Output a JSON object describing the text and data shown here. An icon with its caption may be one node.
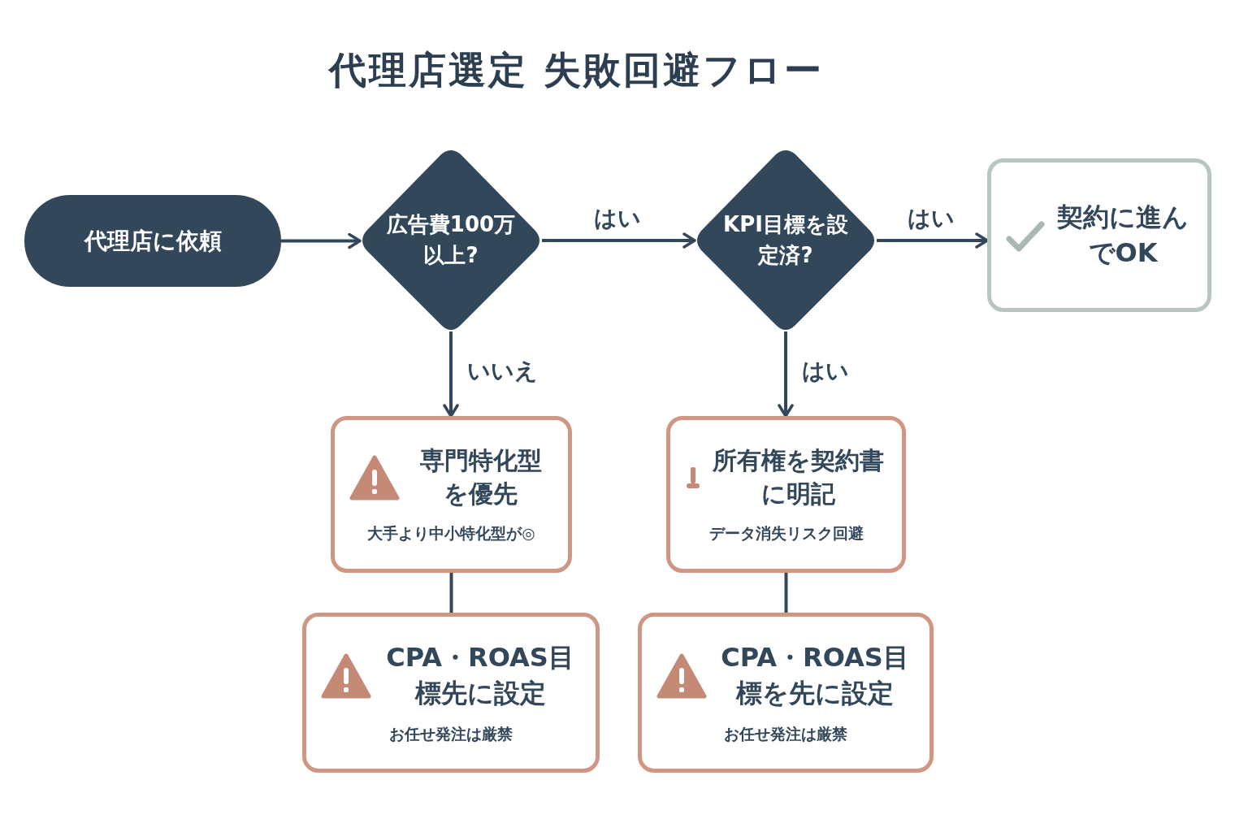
{
  "diagram": {
    "title": "代理店選定 失敗回避フロー",
    "nodes": [
      {
        "text": [
          "代理店に依頼"
        ]
      },
      {
        "text": [
          "広告費100万以上?"
        ]
      },
      {
        "text": [
          "KPI目標を設定済?"
        ]
      },
      {
        "text": [
          "契約に進んでOK"
        ]
      },
      {
        "text": [
          "専門特化型を優先",
          "大手より中小特化型が◎"
        ]
      },
      {
        "text": [
          "所有権を契約書に明記",
          "データ消失リスク回避"
        ]
      },
      {
        "text": [
          "CPA・ROAS目標先に設定",
          "お任せ発注は厳禁"
        ]
      },
      {
        "text": [
          "CPA・ROAS目標を先に設定",
          "お任せ発注は厳禁"
        ]
      }
    ],
    "edges": [
      {
        "from": 0,
        "to": 1,
        "arrow": "to"
      },
      {
        "from": 1,
        "to": 2,
        "arrow": "to",
        "label": "はい"
      },
      {
        "from": 2,
        "to": 3,
        "arrow": "to",
        "label": "はい"
      },
      {
        "from": 1,
        "to": 4,
        "arrow": "to",
        "label": "いいえ"
      },
      {
        "from": 2,
        "to": 5,
        "arrow": "to",
        "label": "はい"
      },
      {
        "from": 4,
        "to": 6,
        "arrow": "none"
      },
      {
        "from": 5,
        "to": 7,
        "arrow": "none"
      }
    ]
  }
}
